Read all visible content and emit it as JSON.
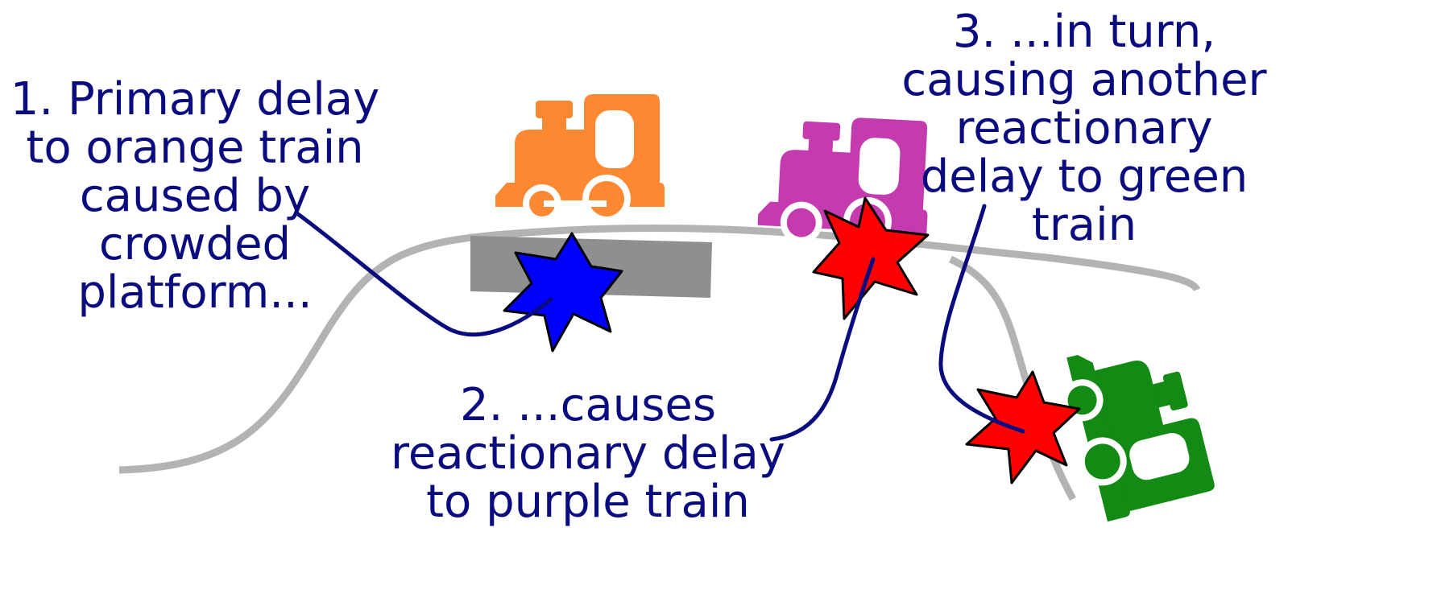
{
  "labels": {
    "primary": [
      "1. Primary delay",
      "to orange train",
      "caused by",
      "crowded",
      "platform..."
    ],
    "reactionary": [
      "2. ...causes",
      "reactionary delay",
      "to purple train"
    ],
    "knock_on": [
      "3. ...in turn,",
      "causing another",
      "reactionary",
      "delay to green",
      "train"
    ]
  },
  "colors": {
    "track": "#b3b3b3",
    "platform": "#8f8f8f",
    "orange_train": "#ff8833",
    "purple_train": "#c43bb0",
    "green_train": "#138a13",
    "primary_star": "#0000ff",
    "reactionary_star": "#ff0000",
    "pointer_line": "#0b0b80",
    "text": "#0b0b80"
  },
  "icons": [
    "train-icon",
    "star-icon",
    "platform-block"
  ]
}
